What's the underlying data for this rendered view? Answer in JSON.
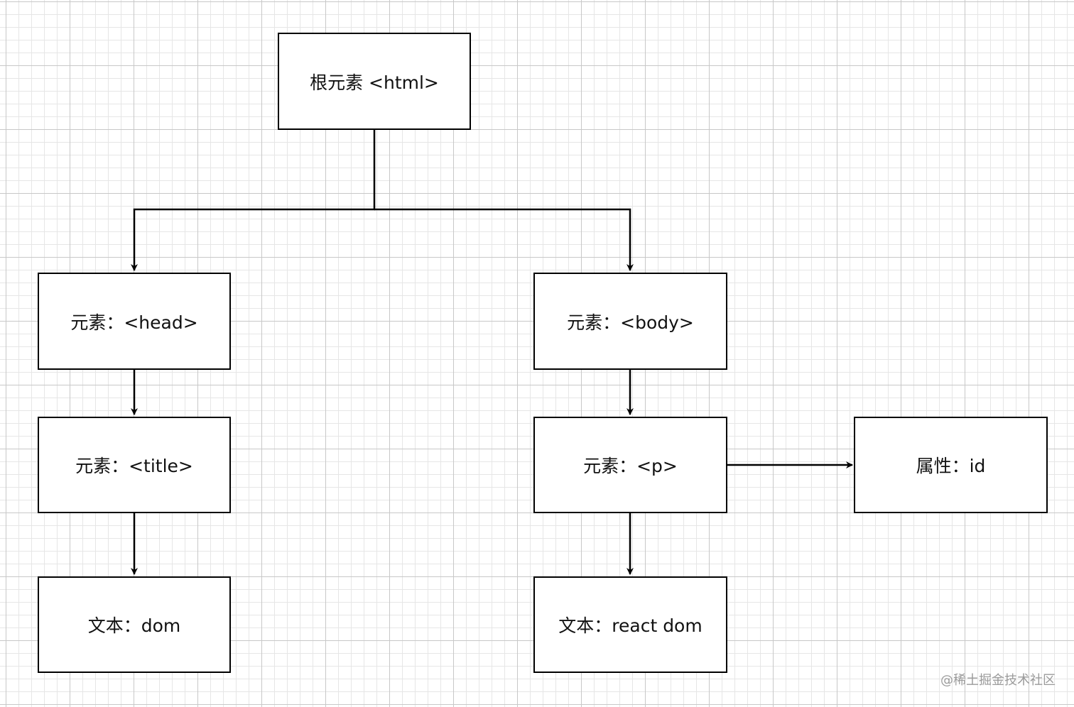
{
  "nodes": {
    "html": "根元素 <html>",
    "head": "元素：<head>",
    "body": "元素：<body>",
    "title": "元素：<title>",
    "p": "元素：<p>",
    "attr": "属性：id",
    "text_dom": "文本：dom",
    "text_react": "文本：react dom"
  },
  "watermark": "@稀土掘金技术社区"
}
